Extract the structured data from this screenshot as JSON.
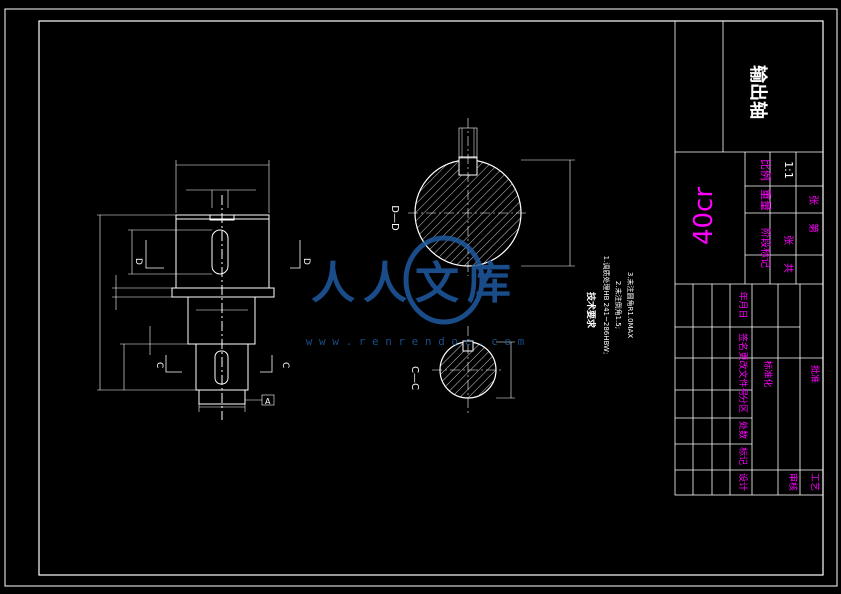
{
  "title_block": {
    "part_name": "输出轴",
    "material": "40cr",
    "scale_label": "比例",
    "scale_value": "1:1",
    "weight_label": "重量",
    "drawing_mark_label": "阶段标记",
    "sheet_total": "共",
    "sheet_count": "张",
    "sheet_no": "第",
    "sheet_page": "张",
    "rev_mark": "标记",
    "rev_count": "处数",
    "rev_zone": "分区",
    "rev_doc": "更改文件号",
    "rev_sign": "签名",
    "rev_date": "年月日",
    "design": "设计",
    "standardization": "标准化",
    "check": "审核",
    "process": "工艺",
    "approve": "批准"
  },
  "views": {
    "section_dd": "D—D",
    "section_cc": "C—C",
    "mark_d": "D",
    "mark_c": "C",
    "datum_a": "A"
  },
  "tech_req": {
    "heading": "技术要求",
    "items": [
      "1.调质处理HB 241~286HBW;",
      "2.未注倒角1.5;",
      "3.未注圆角R1.0MAX"
    ]
  },
  "watermark": {
    "text": "人人文库",
    "url": "w w w . r e n r e n d o c . c o m"
  },
  "colors": {
    "line": "#ffffff",
    "accent": "#ff00ff",
    "hatch": "#ffffff",
    "watermark": "#1e5aa0"
  }
}
